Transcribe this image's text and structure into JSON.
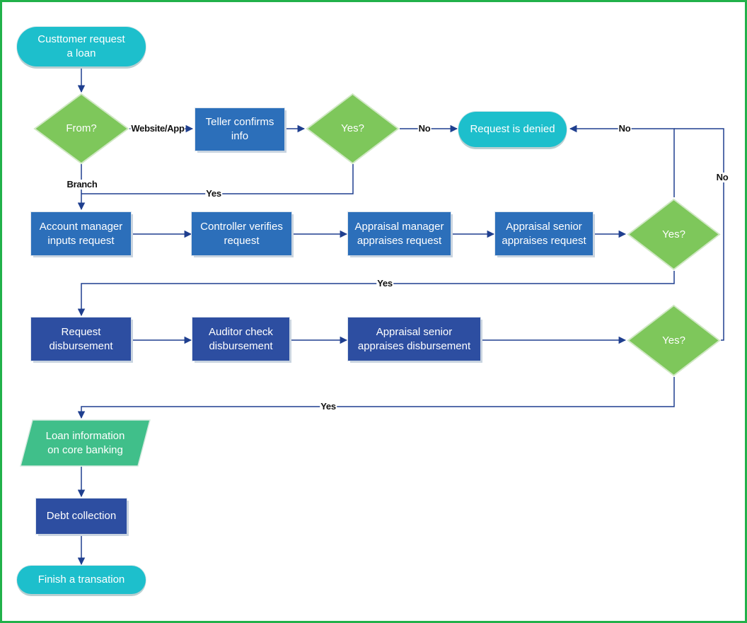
{
  "colors": {
    "frame": "#21b14a",
    "terminal": "#1dbfcc",
    "process": "#2c6fba",
    "process_dark": "#2d4ea1",
    "decision": "#7ec75b",
    "data": "#40bf8a",
    "connector": "#1f3f8f"
  },
  "nodes": {
    "start": "Custtomer request\na loan",
    "from": "From?",
    "teller": "Teller confirms\ninfo",
    "yes1": "Yes?",
    "denied": "Request is denied",
    "acct": "Account manager\ninputs request",
    "ctrl": "Controller verifies\nrequest",
    "apm": "Appraisal manager\nappraises request",
    "aps": "Appraisal senior\nappraises request",
    "yes2": "Yes?",
    "rdisb": "Request\ndisbursement",
    "audit": "Auditor check\ndisbursement",
    "apsd": "Appraisal senior\nappraises disbursement",
    "yes3": "Yes?",
    "loaninfo": "Loan information\non core banking",
    "debt": "Debt collection",
    "finish": "Finish a transation"
  },
  "labels": {
    "website_app": "Website/App",
    "branch": "Branch",
    "yes_a": "Yes",
    "no_a": "No",
    "no_b": "No",
    "no_c": "No",
    "yes_b": "Yes",
    "yes_c": "Yes"
  }
}
